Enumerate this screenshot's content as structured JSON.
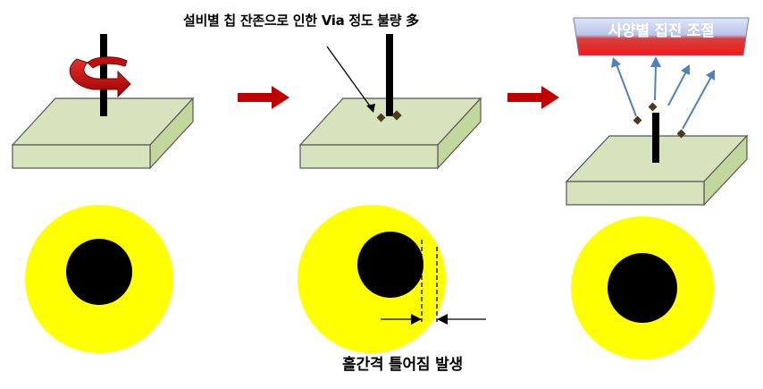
{
  "annotations": {
    "chip_note": "설비별 칩 잔존으로 인한 Via 정도 불량 多",
    "gap_note": "홀간격 틀어짐 발생",
    "banner_label": "사양별 집진 조절"
  },
  "colors": {
    "board_top": "#d6e3bc",
    "board_edge": "#555555",
    "drill": "#000000",
    "flow_arrow": "#c00000",
    "rotation_arrow": "#c00000",
    "chip": "#4a3b1c",
    "suction_arrow": "#4f81bd",
    "ring": "#ffff00",
    "hole": "#000000",
    "banner_top": "#d0d8f0",
    "banner_bottom": "#e02020"
  },
  "icons": {
    "step_arrow": "right-arrow-icon",
    "rotation": "rotation-arrow-icon",
    "suction": "suction-arrow-icon"
  }
}
